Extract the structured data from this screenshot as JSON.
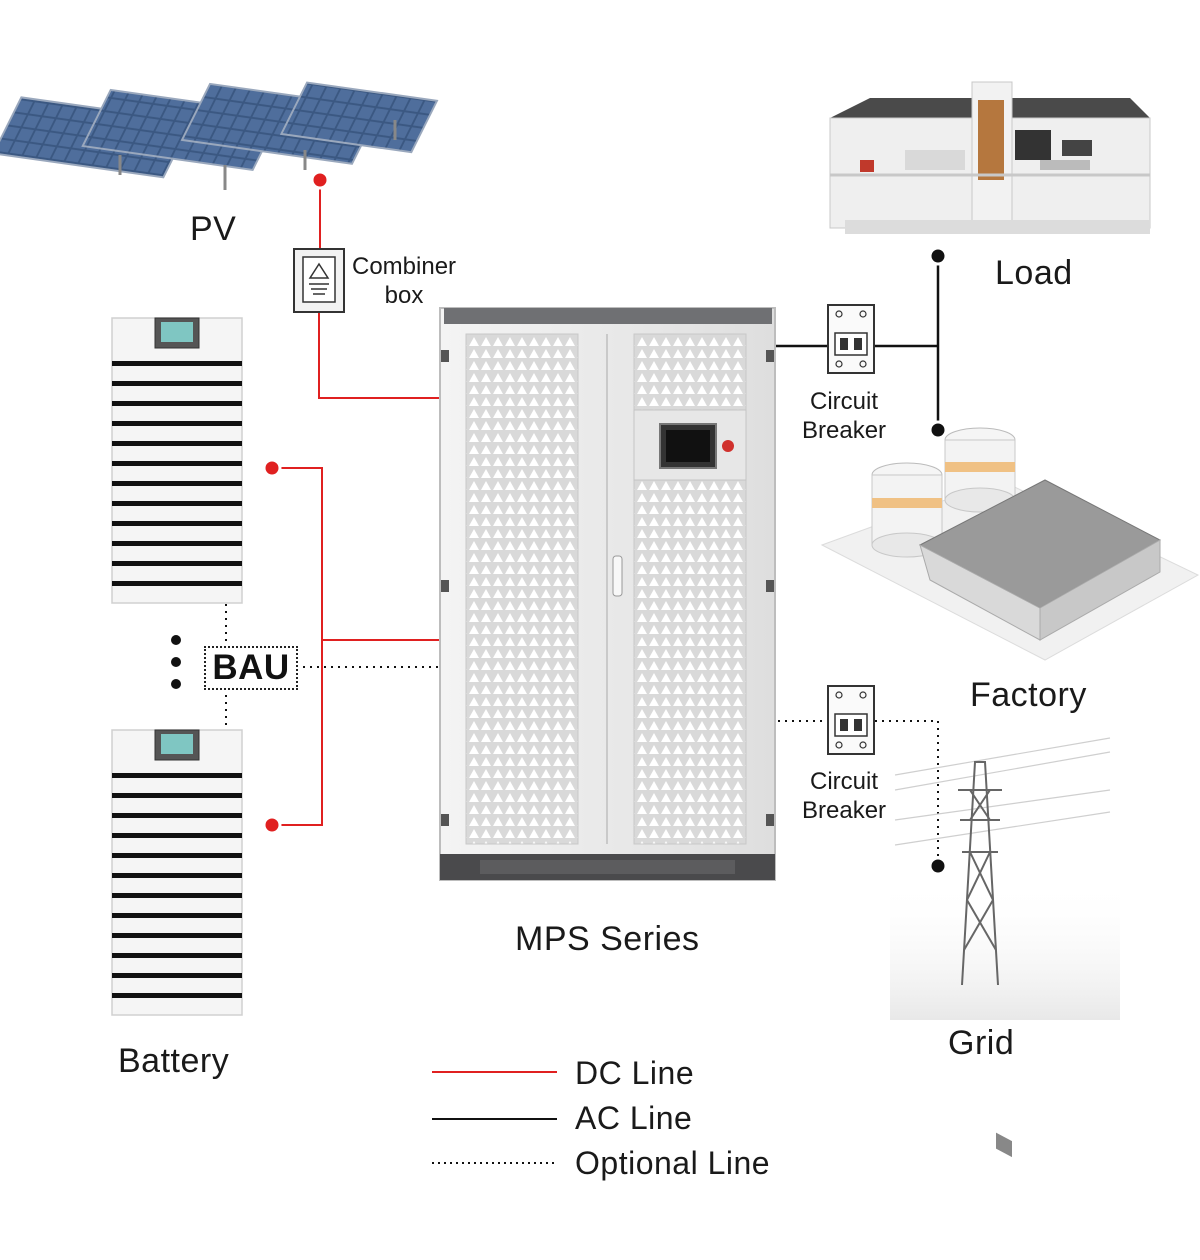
{
  "components": {
    "pv": {
      "label": "PV"
    },
    "combiner_box": {
      "label": "Combiner\nbox"
    },
    "battery": {
      "label": "Battery"
    },
    "bau": {
      "label": "BAU"
    },
    "inverter": {
      "label": "MPS Series"
    },
    "load": {
      "label": "Load"
    },
    "factory": {
      "label": "Factory"
    },
    "grid": {
      "label": "Grid"
    },
    "breaker_load": {
      "label": "Circuit\nBreaker"
    },
    "breaker_grid": {
      "label": "Circuit\nBreaker"
    }
  },
  "legend": {
    "dc": {
      "label": "DC Line",
      "color": "#e02020"
    },
    "ac": {
      "label": "AC Line",
      "color": "#111111"
    },
    "optional": {
      "label": "Optional Line",
      "color": "#111111"
    }
  },
  "colors": {
    "dc_line": "#e02020",
    "ac_line": "#111111",
    "cabinet": "#ececec",
    "solar_panel": "#3d5a85"
  }
}
